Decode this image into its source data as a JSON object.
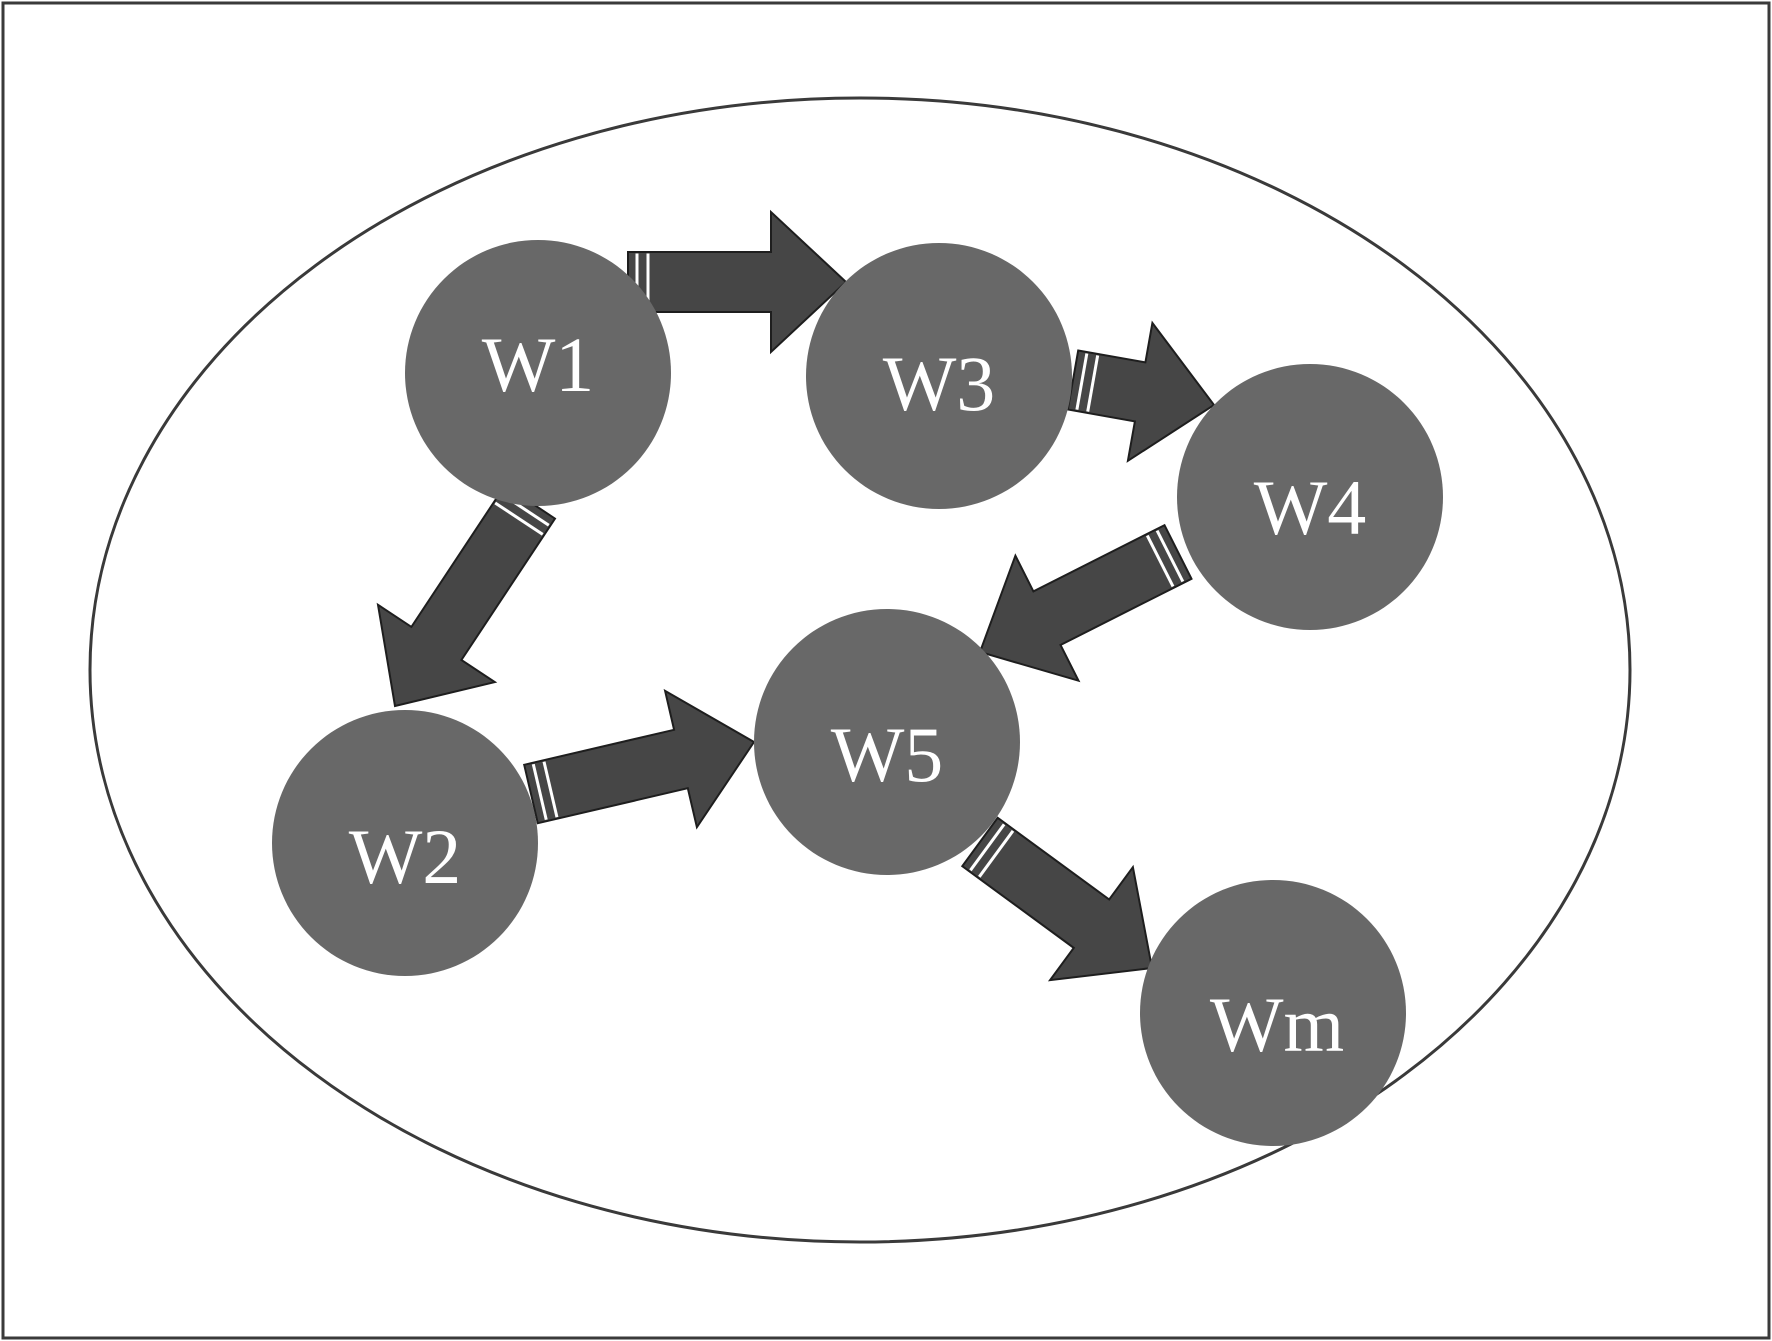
{
  "diagram": {
    "nodes": [
      {
        "id": "w1",
        "label": "W1"
      },
      {
        "id": "w2",
        "label": "W2"
      },
      {
        "id": "w3",
        "label": "W3"
      },
      {
        "id": "w4",
        "label": "W4"
      },
      {
        "id": "w5",
        "label": "W5"
      },
      {
        "id": "wm",
        "label": "Wm"
      }
    ],
    "edges": [
      {
        "from": "w1",
        "to": "w3"
      },
      {
        "from": "w1",
        "to": "w2"
      },
      {
        "from": "w3",
        "to": "w4"
      },
      {
        "from": "w4",
        "to": "w5"
      },
      {
        "from": "w2",
        "to": "w5"
      },
      {
        "from": "w5",
        "to": "wm"
      }
    ],
    "colors": {
      "node_fill": "#686868",
      "arrow_fill": "#464646",
      "arrow_stroke": "#1e1e1e",
      "stripe": "#ffffff",
      "outline": "#3a3a3a",
      "label": "#ffffff"
    }
  }
}
